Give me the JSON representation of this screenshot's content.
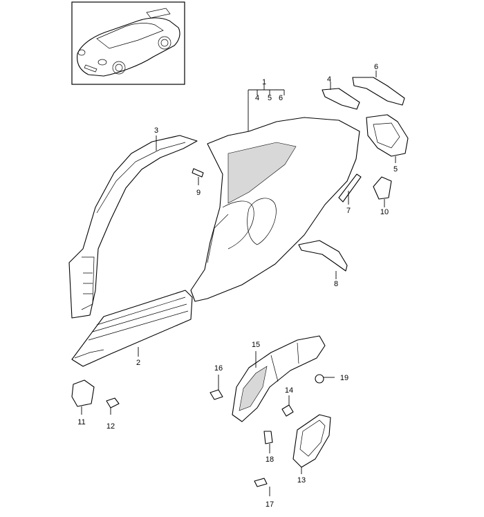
{
  "callouts": {
    "c1": "1",
    "c1_sub4": "4",
    "c1_sub5": "5",
    "c1_sub6": "6",
    "c2": "2",
    "c3": "3",
    "c4": "4",
    "c5": "5",
    "c6": "6",
    "c7": "7",
    "c8": "8",
    "c9": "9",
    "c10": "10",
    "c11": "11",
    "c12": "12",
    "c13": "13",
    "c14": "14",
    "c15": "15",
    "c16": "16",
    "c17": "17",
    "c18": "18",
    "c19": "19"
  }
}
